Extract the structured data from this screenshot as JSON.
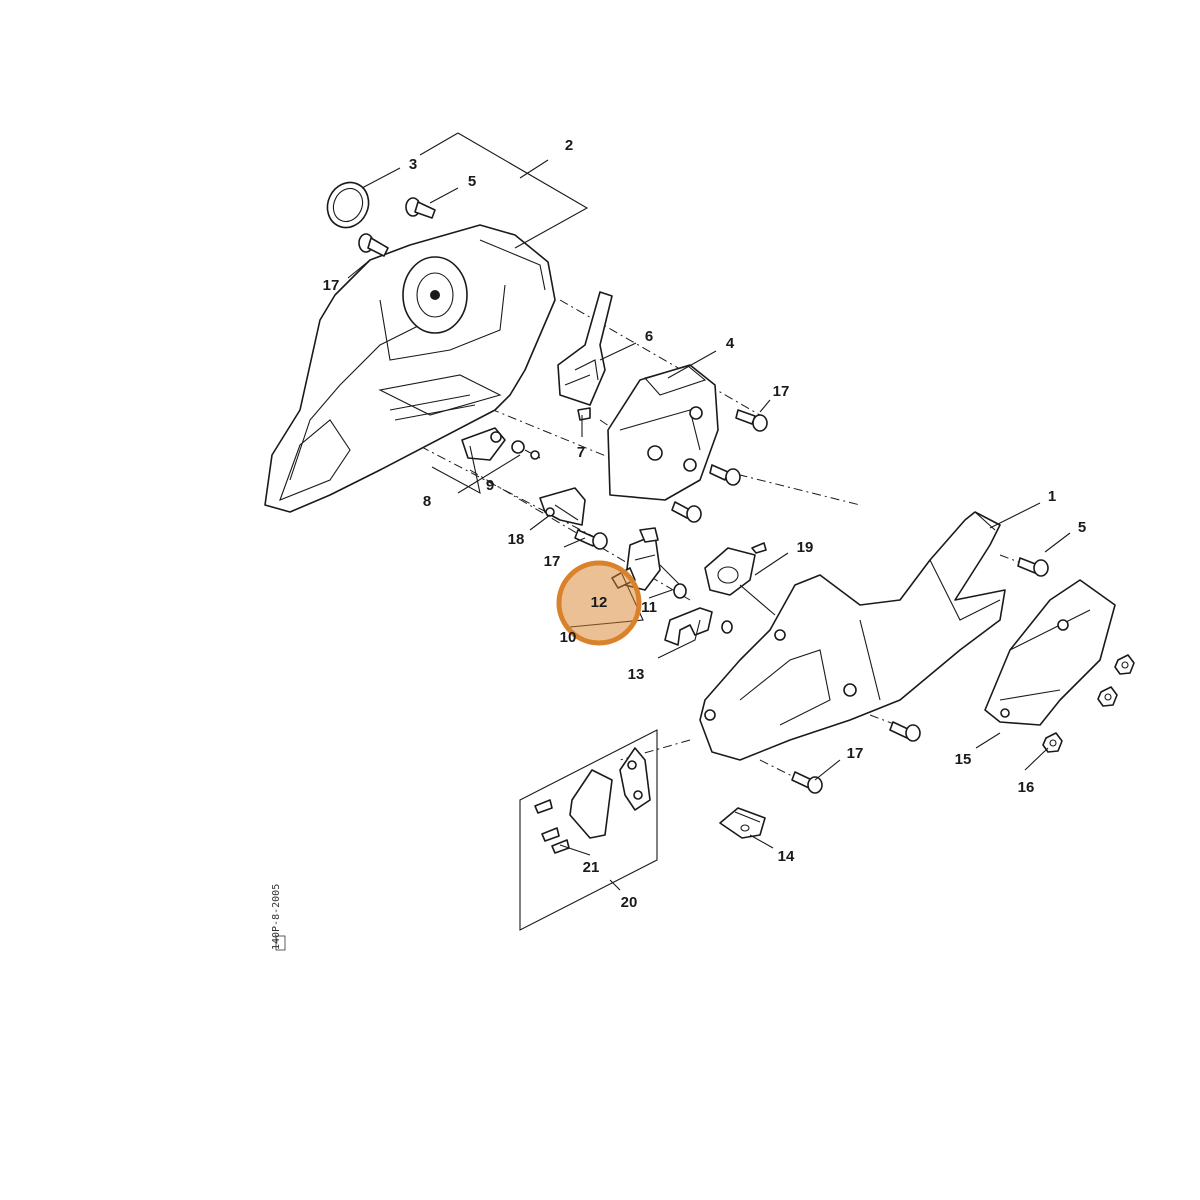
{
  "callouts": {
    "c1": "1",
    "c2": "2",
    "c3": "3",
    "c4": "4",
    "c5a": "5",
    "c5b": "5",
    "c6": "6",
    "c7": "7",
    "c8": "8",
    "c9": "9",
    "c10": "10",
    "c11": "11",
    "c12": "12",
    "c13": "13",
    "c14": "14",
    "c15": "15",
    "c16": "16",
    "c17a": "17",
    "c17b": "17",
    "c17c": "17",
    "c17d": "17",
    "c18": "18",
    "c19": "19",
    "c20": "20",
    "c21": "21"
  },
  "highlight": {
    "callout": "12",
    "color": "#d9822b"
  },
  "image_code": "140P-8-2005"
}
